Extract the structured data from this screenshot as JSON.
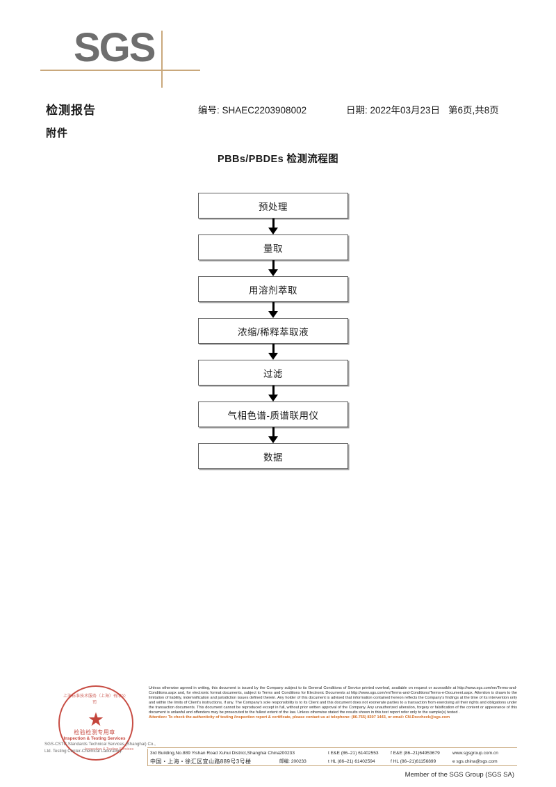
{
  "logo": {
    "text": "SGS"
  },
  "header": {
    "title": "检测报告",
    "report_no": "编号: SHAEC2203908002",
    "date": "日期: 2022年03月23日",
    "page": "第6页,共8页",
    "attachment": "附件"
  },
  "flowchart": {
    "title": "PBBs/PBDEs 检测流程图",
    "steps": [
      "预处理",
      "量取",
      "用溶剂萃取",
      "浓缩/稀释萃取液",
      "过滤",
      "气相色谱-质谱联用仪",
      "数据"
    ]
  },
  "footer": {
    "legal": "Unless otherwise agreed in writing, this document is issued by the Company subject to its General Conditions of Service printed overleaf, available on request or accessible at http://www.sgs.com/en/Terms-and-Conditions.aspx and, for electronic format documents, subject to Terms and Conditions for Electronic Documents at http://www.sgs.com/en/Terms-and-Conditions/Terms-e-Document.aspx. Attention is drawn to the limitation of liability, indemnification and jurisdiction issues defined therein. Any holder of this document is advised that information contained hereon reflects the Company's findings at the time of its intervention only and within the limits of Client's instructions, if any. The Company's sole responsibility is to its Client and this document does not exonerate parties to a transaction from exercising all their rights and obligations under the transaction documents. This document cannot be reproduced except in full, without prior written approval of the Company. Any unauthorized alteration, forgery or falsification of the content or appearance of this document is unlawful and offenders may be prosecuted to the fullest extent of the law. Unless otherwise stated the results shown in this test report refer only to the sample(s) tested .",
    "attention": "Attention: To check the authenticity of testing /inspection report & certificate, please contact us at telephone: (86-755) 8307 1443, or email: CN.Doccheck@sgs.com",
    "address_en": "3rd Building,No.889 Yishan Road Xuhui District,Shanghai China",
    "postcode_en": "200233",
    "tel_en": "t E&E (86–21) 61402553",
    "fax_en": "f E&E (86–21)64953679",
    "web": "www.sgsgroup.com.cn",
    "address_cn": "中国・上海・徐汇区宜山路889号3号楼",
    "postcode_cn": "邮编: 200233",
    "tel_cn": "t HL (86–21) 61402594",
    "fax_cn": "f HL (86–21)61156899",
    "email": "e  sgs.china@sgs.com",
    "member": "Member of the SGS Group (SGS SA)"
  },
  "stamp": {
    "star": "★",
    "cn_text": "检验检测专用章",
    "en_text": "Inspection & Testing Services",
    "arc_text": "上海标准技术服务（上海）有限公司",
    "company_line1": "SGS-CSTC Standards Technical Services (Shanghai) Co., Ltd.",
    "company_line2": "Testing Center-Chemical Laboratory.",
    "overlay_red": "Inspection & Testing Services"
  },
  "colors": {
    "logo_gray": "#6e6e6e",
    "accent_tan": "#c9a87c",
    "stamp_red": "#c0352b",
    "attention_orange": "#d2691e"
  }
}
